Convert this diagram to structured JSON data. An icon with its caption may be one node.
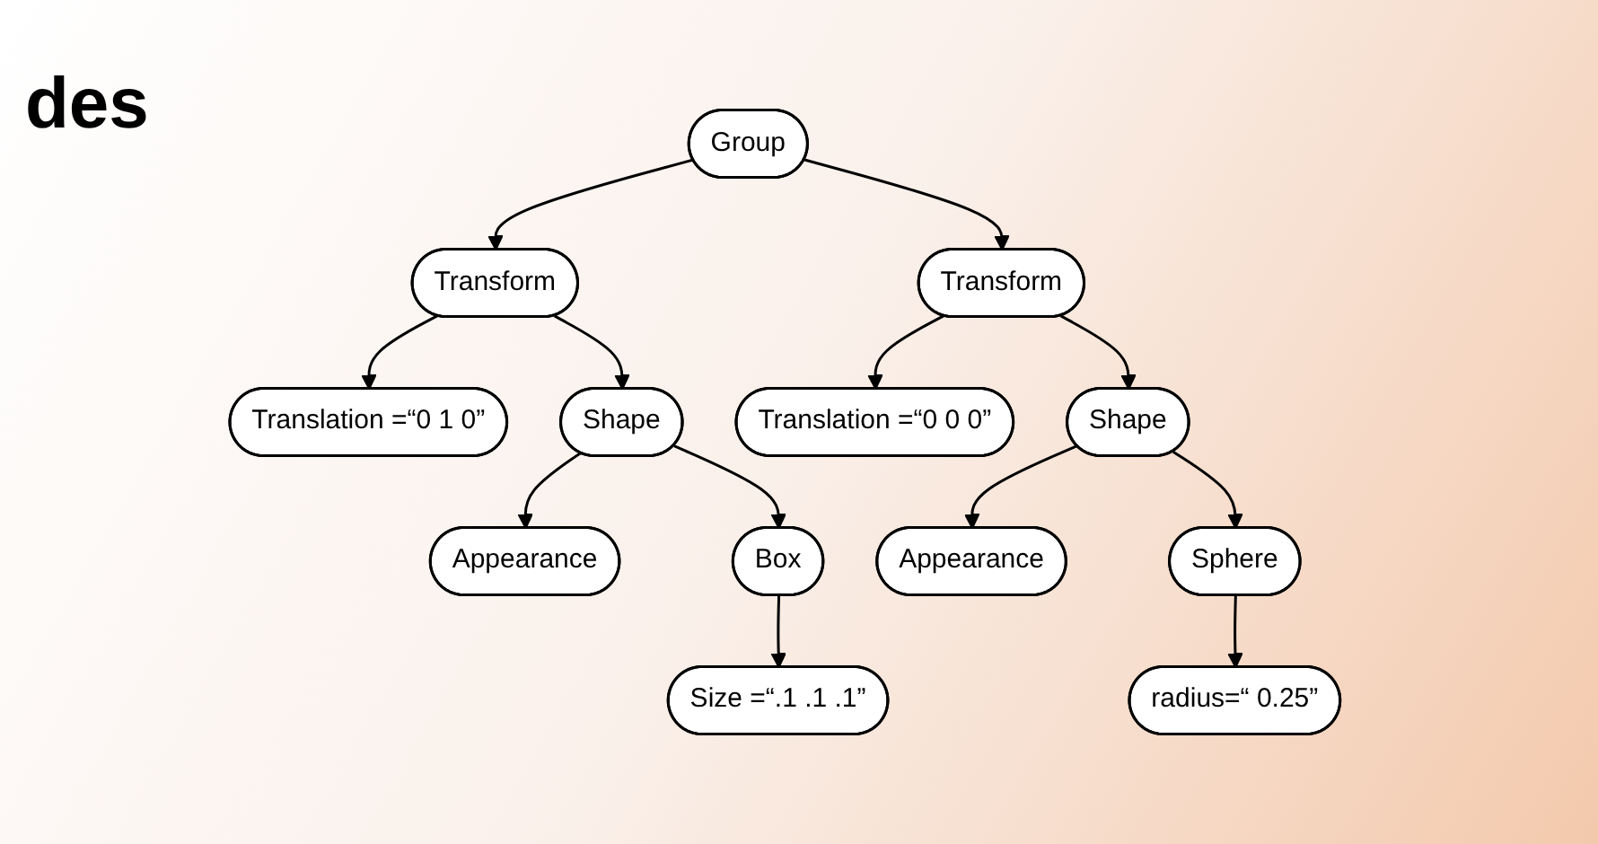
{
  "diagram": {
    "title": "des",
    "nodes": [
      {
        "text": [
          "Group"
        ]
      },
      {
        "text": [
          "Transform"
        ]
      },
      {
        "text": [
          "Transform"
        ]
      },
      {
        "text": [
          "Translation =“0 1 0”"
        ]
      },
      {
        "text": [
          "Shape"
        ]
      },
      {
        "text": [
          "Translation =“0 0 0”"
        ]
      },
      {
        "text": [
          "Shape"
        ]
      },
      {
        "text": [
          "Appearance"
        ]
      },
      {
        "text": [
          "Box"
        ]
      },
      {
        "text": [
          "Appearance"
        ]
      },
      {
        "text": [
          "Sphere"
        ]
      },
      {
        "text": [
          "Size =“.1 .1 .1”"
        ]
      },
      {
        "text": [
          "radius=“ 0.25”"
        ]
      }
    ],
    "edges": [
      {
        "from": 0,
        "to": 1,
        "arrow": "to"
      },
      {
        "from": 0,
        "to": 2,
        "arrow": "to"
      },
      {
        "from": 1,
        "to": 3,
        "arrow": "to"
      },
      {
        "from": 1,
        "to": 4,
        "arrow": "to"
      },
      {
        "from": 2,
        "to": 6,
        "arrow": "to"
      },
      {
        "from": 2,
        "to": 5,
        "arrow": "to"
      },
      {
        "from": 4,
        "to": 7,
        "arrow": "to"
      },
      {
        "from": 4,
        "to": 8,
        "arrow": "to"
      },
      {
        "from": 6,
        "to": 10,
        "arrow": "to"
      },
      {
        "from": 6,
        "to": 9,
        "arrow": "to"
      },
      {
        "from": 8,
        "to": 11,
        "arrow": "to"
      },
      {
        "from": 10,
        "to": 12,
        "arrow": "to"
      }
    ]
  }
}
